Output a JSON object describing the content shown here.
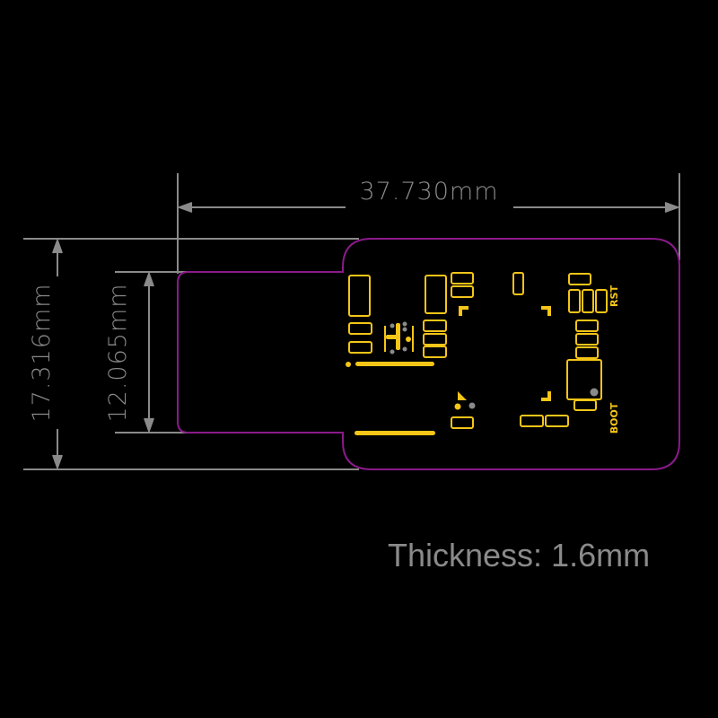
{
  "diagram": {
    "type": "pcb-outline-drawing",
    "background": "#000000",
    "colors": {
      "dimension_lines": "#8a8a8a",
      "board_outline": "#8b1a8b",
      "silkscreen": "#f5c518",
      "holes": "#8a8a8a"
    },
    "dimensions": {
      "width_label": "37.730mm",
      "total_height_label": "17.316mm",
      "connector_height_label": "12.065mm"
    },
    "silkscreen_labels": {
      "reset": "RST",
      "boot": "BOOT"
    },
    "thickness_label": "Thickness: 1.6mm"
  }
}
